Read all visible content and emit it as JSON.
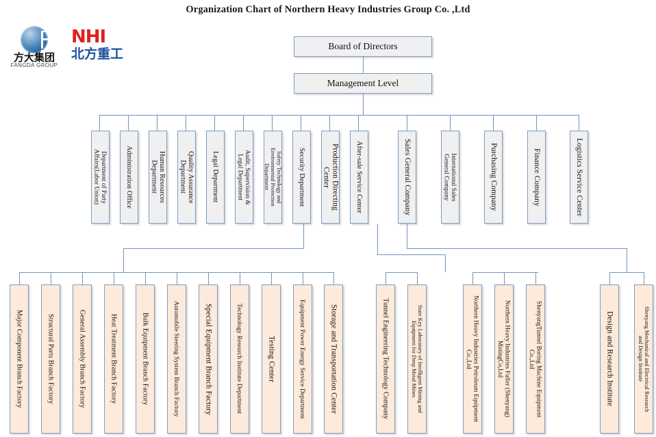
{
  "title": "Organization Chart of Northern Heavy Industries  Group Co. ,Ltd",
  "logos": {
    "fangda": {
      "cn": "方大集团",
      "en": "FANGDA GROUP"
    },
    "nhi": {
      "en": "NHI",
      "cn": "北方重工"
    }
  },
  "colors": {
    "box_border": "#7c9cc2",
    "box_fill": "#f0f0f0",
    "box_fill_alt": "#fdeada",
    "line": "#6f93bd",
    "logo_red": "#e01f1f",
    "logo_blue": "#1c4f9c"
  },
  "chart_data": {
    "type": "diagram",
    "title": "Organization Chart of Northern Heavy Industries  Group Co. ,Ltd",
    "levels": [
      {
        "name": "board",
        "nodes": [
          "Board of Directors"
        ]
      },
      {
        "name": "management",
        "nodes": [
          "Management Level"
        ]
      },
      {
        "name": "departments",
        "nodes": [
          "Department of Party Affairs(Labor Union)",
          "Administration Office",
          "Human Resources Department",
          "Quality Assurance Department",
          "Legal Department",
          "Audit, Supervision & Legal Department",
          "Safety Technology and Environmental Protection Department",
          "Security Department",
          "Production Directing Center",
          "After-sale Service Center",
          "Sales General Company",
          "International Sales General Company",
          "Purchasing Company",
          "Finance Company",
          "Logistics Service Center"
        ]
      },
      {
        "name": "units",
        "nodes": [
          "Major Component Branch Factory",
          "Structural Parts Branch Factory",
          "General Assembly Branch Factory",
          "Heat Treatment Branch Factory",
          "Bulk Equipment Branch Factory",
          "Automobile Steering System Branch Factory",
          "Special Equipment Branch Factory",
          "Technology Research Institute Department",
          "Testing Center",
          "Equipment Power Energy Service Department",
          "Storage and Transportation Center",
          "Tunnel Engineering Technology Company",
          "State Key Laboratory of Intelligent Mining and Equipment for Deep Metal Mines",
          "Northern Heavy Industries Petroleum Equipment Co.,Ltd",
          "Northern Heavy Industries Fuller (Shenyang) MiningCo,Ltd",
          "ShenyangTunnel Boring Machine Equipment Co.,Ltd",
          "Design and Research Institute",
          "Shenyang Mechanical and Electrical Research and Design Institute"
        ]
      }
    ]
  },
  "nodes": {
    "board": "Board of Directors",
    "management": "Management Level",
    "dept": [
      "Department of Party\nAffairs(Labor Union)",
      "Administration Office",
      "Human Resources\nDepartment",
      "Quality Assurance\nDepartment",
      "Legal Department",
      "Audit, Supervision &\nLegal Department",
      "Safety Technology and\nEnvironmental Protection\nDepartment",
      "Security Department",
      "Production Directing\nCenter",
      "After-sale Service Center",
      "Sales General Company",
      "International Sales\nGeneral Company",
      "Purchasing Company",
      "Finance Company",
      "Logistics Service Center"
    ],
    "unit": [
      "Major Component Branch Factory",
      "Structural Parts Branch Factory",
      "General Assembly Branch Factory",
      "Heat Treatment Branch Factory",
      "Bulk Equipment Branch Factory",
      "Automobile Steering System Branch Factory",
      "Special Equipment Branch Factory",
      "Technology Research Institute Department",
      "Testing Center",
      "Equipment Power Energy Service Department",
      "Storage and Transportation Center",
      "Tunnel Engineering Technology Company",
      "State Key Laboratory of Intelligent Mining and\nEquipment for Deep Metal Mines",
      "Northern Heavy Industries Petroleum Equipment\nCo.,Ltd",
      "Northern Heavy Industries Fuller (Shenyang)\nMiningCo,Ltd",
      "ShenyangTunnel Boring Machine Equipment\nCo.,Ltd",
      "Design and Research Institute",
      "Shenyang Mechanical and Electrical Research\nand Design Institute"
    ]
  }
}
